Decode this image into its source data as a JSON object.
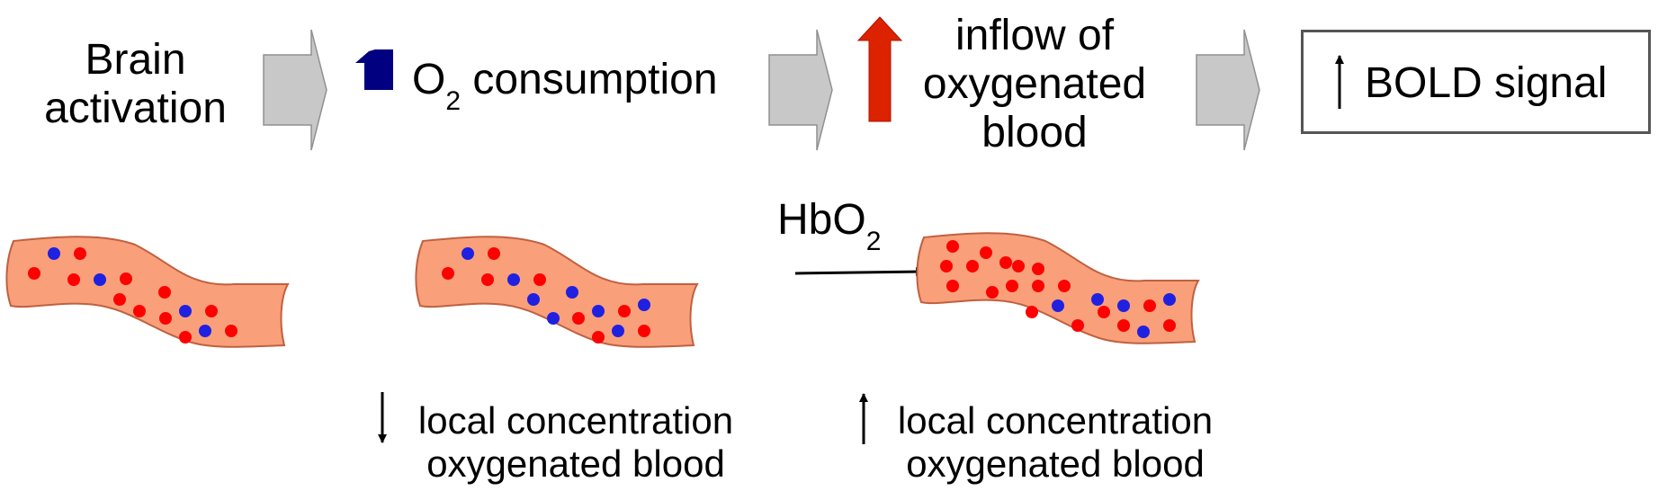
{
  "steps": {
    "brain_activation": "Brain\nactivation",
    "o2_prefix": "O",
    "o2_sub": "2",
    "o2_suffix": " consumption",
    "inflow": "inflow of\noxygenated\nblood",
    "bold": "BOLD signal"
  },
  "hbo2": {
    "prefix": "HbO",
    "sub": "2"
  },
  "notes": {
    "decrease": "local concentration\noxygenated blood",
    "increase": "local concentration\noxygenated blood"
  },
  "colors": {
    "flow_arrow": "#c8c8c8",
    "down_arrow_blue": "#000080",
    "up_arrow_red": "#dd2200",
    "vessel_fill": "#f9a07a",
    "vessel_stroke": "#c06040",
    "oxygenated_cell": "#ff0000",
    "deoxygenated_cell": "#2020e0"
  }
}
